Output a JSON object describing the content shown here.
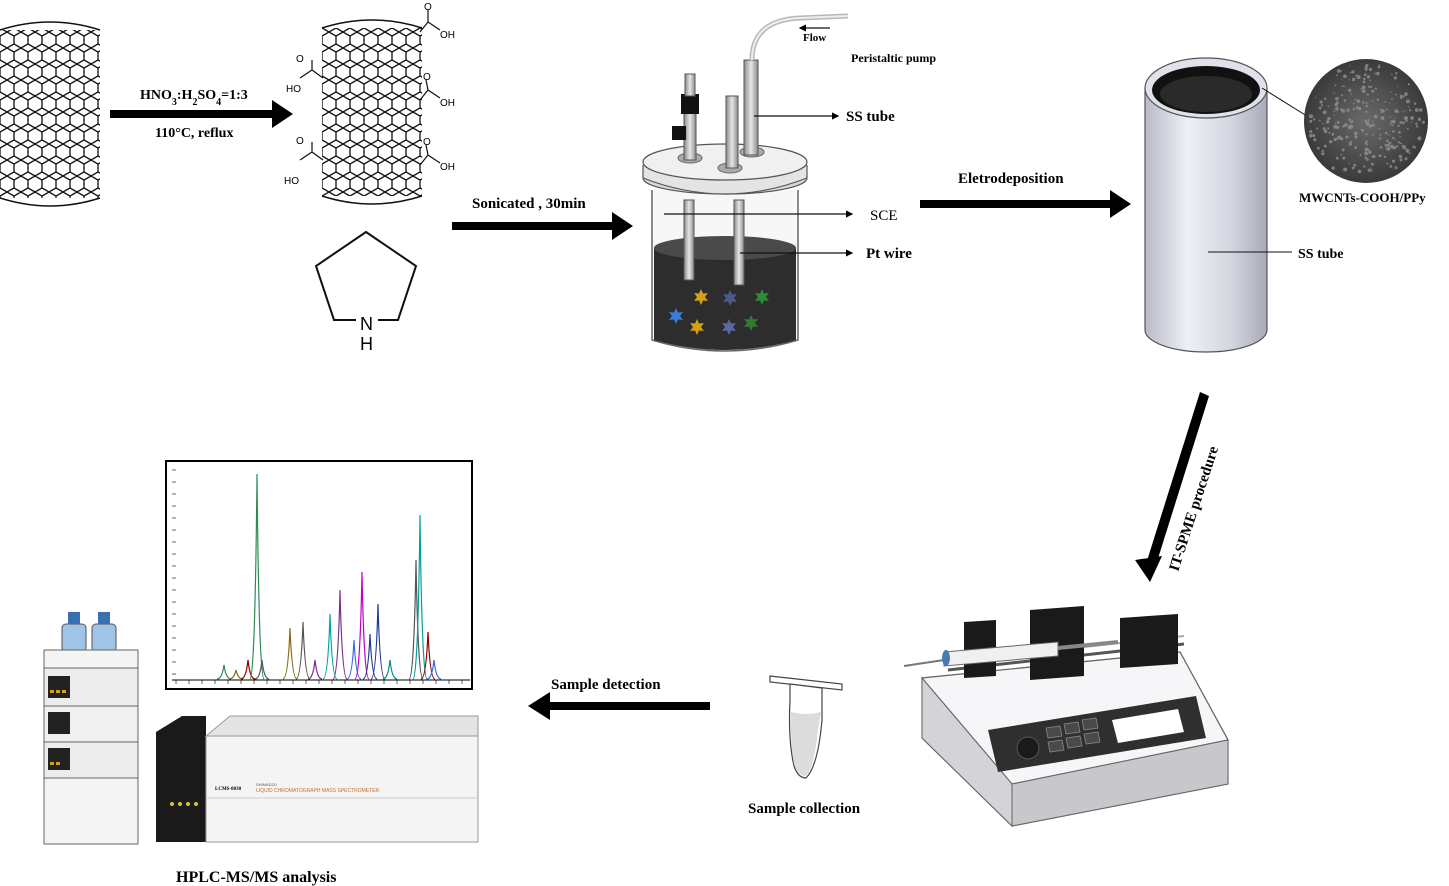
{
  "step1": {
    "reagent": "HNO₃:H₂SO₄=1:3",
    "condition": "110°C, reflux",
    "cooh": "COOH",
    "oh": "OH",
    "ho": "HO",
    "amine_n": "N",
    "amine_h": "H"
  },
  "step2": {
    "label": "Sonicated , 30min"
  },
  "cell": {
    "flow_label": "Flow",
    "pump_label": "Peristaltic pump",
    "ss_tube_label": "SS tube",
    "sce_label": "SCE",
    "pt_label": "Pt wire",
    "star_colors": [
      "#3a7bd5",
      "#d4a017",
      "#4a5a8a",
      "#2e8b3a",
      "#d4a017",
      "#5a6aa0",
      "#2e7d32"
    ]
  },
  "step3": {
    "label": "Eletrodeposition"
  },
  "tube": {
    "coating_label": "MWCNTs-COOH/PPy",
    "tube_label": "SS tube"
  },
  "step4": {
    "label": "IT-SPME procedure"
  },
  "collection": {
    "label": "Sample collection"
  },
  "step5": {
    "label": "Sample detection"
  },
  "instrument": {
    "label": "HPLC-MS/MS analysis",
    "model": "LCMS-8030",
    "brand": "SHIMADZU",
    "desc": "LIQUID CHROMATOGRAPH MASS SPECTROMETER"
  },
  "peak_colors": [
    "#2e8b57",
    "#7b2d8e",
    "#c000c0",
    "#1e3a8a",
    "#008b8b",
    "#8b6914",
    "#555555",
    "#00a0a0",
    "#8b0000",
    "#4169e1"
  ]
}
